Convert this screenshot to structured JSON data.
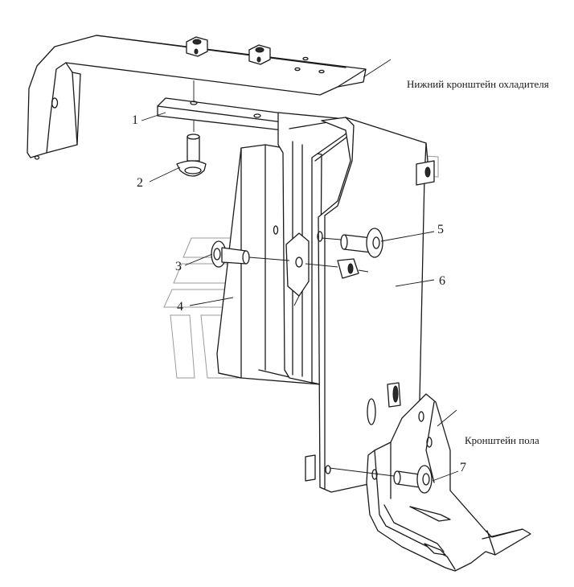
{
  "labels": {
    "lower_cooler_bracket": "Нижний кронштейн охладителя",
    "floor_bracket": "Кронштейн пола"
  },
  "callouts": {
    "c1": "1",
    "c2": "2",
    "c3": "3",
    "c4": "4",
    "c5": "5",
    "c6": "6",
    "c7": "7"
  },
  "colors": {
    "line": "#1a1a1a",
    "watermark": "#9a9a9a",
    "background": "#ffffff"
  }
}
